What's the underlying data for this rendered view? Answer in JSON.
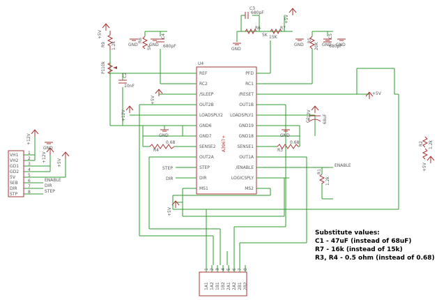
{
  "chip": {
    "name": "U4",
    "part": "A3967+",
    "left_pins": [
      "REF",
      "RC2",
      "/SLEEP",
      "OUT2B",
      "LOADSPLY2",
      "GND6",
      "GND7",
      "SENSE2",
      "OUT2A",
      "STEP",
      "DIR",
      "MS1"
    ],
    "right_pins": [
      "PFD",
      "RC1",
      "/RESET",
      "OUT1B",
      "LOADSPLY1",
      "GND19",
      "GND18",
      "SENSE1",
      "OUT1A",
      "/ENABLE",
      "LOGICSPLY",
      "MS2"
    ]
  },
  "left_header": {
    "pins": [
      "VH1",
      "VH2",
      "GD1",
      "GD2",
      "5V",
      "SEB",
      "DIR",
      "STP"
    ],
    "numbers": [
      "1",
      "2",
      "3",
      "4",
      "5",
      "6",
      "7",
      "8"
    ]
  },
  "bottom_header": {
    "pins": [
      "1A1",
      "1A2",
      "1B1",
      "1B2",
      "2A1",
      "2A2",
      "2B1",
      "2B2"
    ],
    "numbers": [
      "1",
      "2",
      "3",
      "4",
      "5",
      "6",
      "7",
      "8"
    ]
  },
  "net_labels": {
    "enable_header": "ENABLE",
    "dir_header": "DIR",
    "step_header": "STEP",
    "enable_chip": "ENABLE",
    "step_chip": "STEP",
    "dir_chip": "DIR"
  },
  "supplies": {
    "p5v_left": "+5V",
    "p12v_left": "+12V",
    "p5v_top": "+5V",
    "p12v_chip": "+12V",
    "p12v_right": "+12V",
    "p5v_sleep": "+5V",
    "p5v_reset": "+5V",
    "p5v_bottom": "+5V",
    "p5v_header": "+5V",
    "p12v_header": "+12V",
    "p5v_far": "+5V"
  },
  "grounds": {
    "g1": "GND",
    "g2": "GND",
    "g3": "GND",
    "g4": "GND",
    "g5": "GND",
    "g6": "GND",
    "g7": "GND",
    "g8": "GND",
    "g9": "GND"
  },
  "components": {
    "r9": "R9",
    "r9v": "1.2k",
    "p1": "P1",
    "p1v": "10k",
    "c2": "C2",
    "c2v": "10nF",
    "r6": "R6",
    "r6v": "5K",
    "c4": "C4",
    "c4v": "680pF",
    "c3": "C3",
    "c3v": "680pF",
    "r8": "R8",
    "r8v": "5K",
    "r7": "R7",
    "r7v": "15K",
    "r5": "R5",
    "r5v": "20K",
    "c5": "C5",
    "c5v": "680pF",
    "r4": "R4",
    "r4v": "0.68",
    "r3": "R3",
    "r3v": "0.68",
    "c1": "C1",
    "c1v": "68uF",
    "r1": "R1",
    "r1v": "1.2k",
    "r2": "R2",
    "r2v": "1.2k"
  },
  "notes": {
    "title": "Substitute values:",
    "line1": "C1 - 47uF (instead of 68uF)",
    "line2": "R7 - 16k (instead of 15k)",
    "line3": "R3, R4 - 0.5 ohm (instead of 0.68)"
  }
}
